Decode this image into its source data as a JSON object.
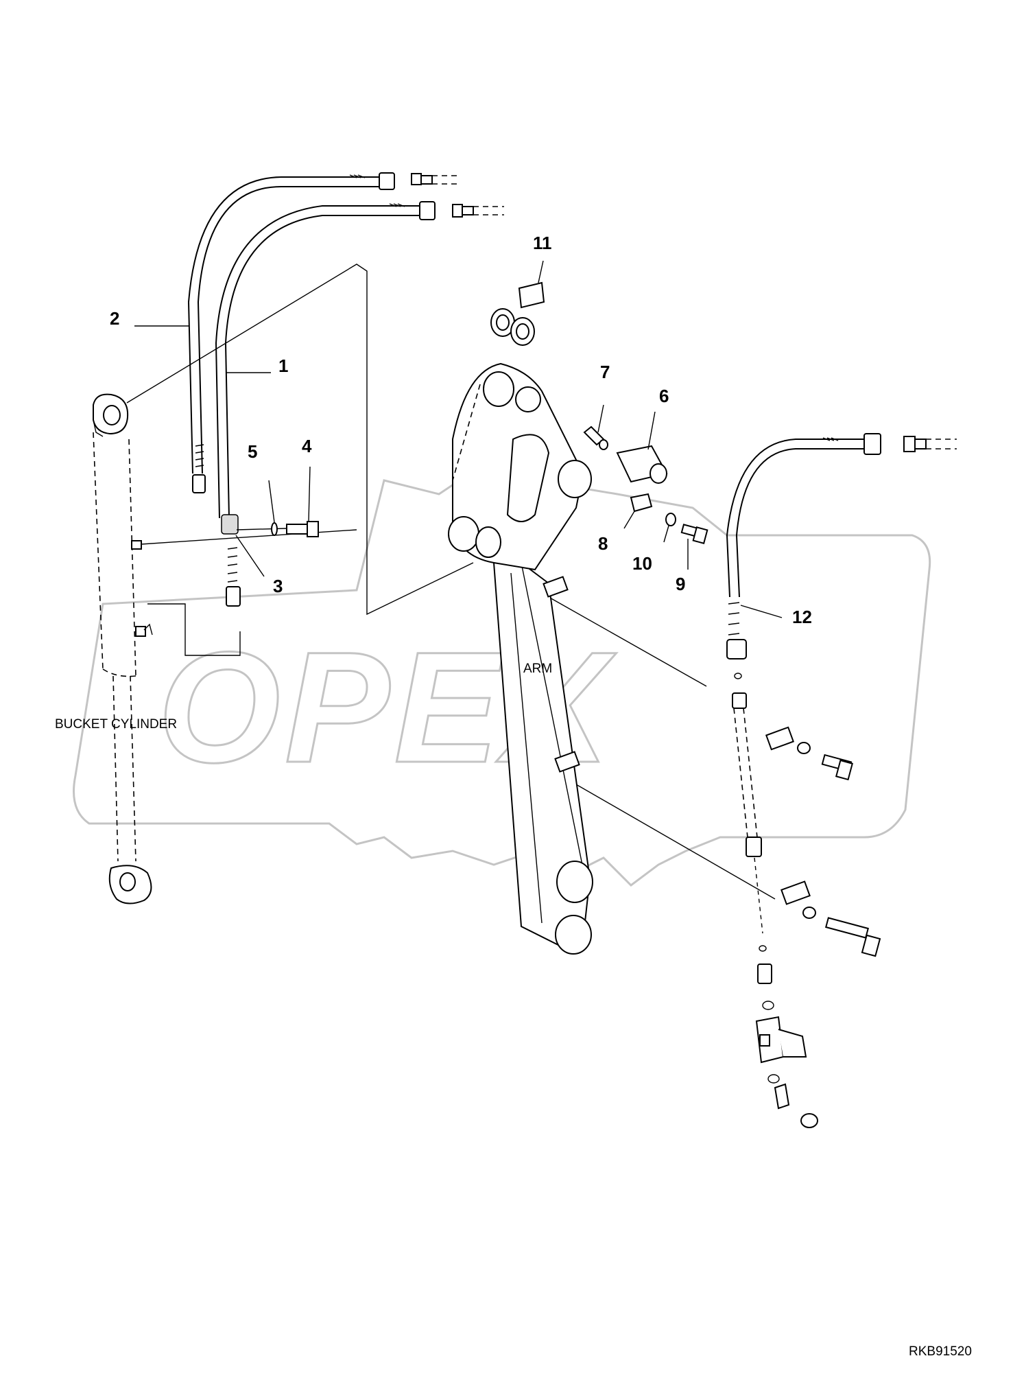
{
  "callouts": [
    {
      "id": "c1",
      "text": "1"
    },
    {
      "id": "c2",
      "text": "2"
    },
    {
      "id": "c3",
      "text": "3"
    },
    {
      "id": "c4",
      "text": "4"
    },
    {
      "id": "c5",
      "text": "5"
    },
    {
      "id": "c6",
      "text": "6"
    },
    {
      "id": "c7",
      "text": "7"
    },
    {
      "id": "c8",
      "text": "8"
    },
    {
      "id": "c9",
      "text": "9"
    },
    {
      "id": "c10",
      "text": "10"
    },
    {
      "id": "c11",
      "text": "11"
    },
    {
      "id": "c12",
      "text": "12"
    }
  ],
  "labels": {
    "bucket_cylinder": "BUCKET CYLINDER",
    "arm": "ARM",
    "drawing_number": "RKB91520"
  },
  "watermark": {
    "text": "OPEX",
    "color": "#c4c4c4"
  }
}
